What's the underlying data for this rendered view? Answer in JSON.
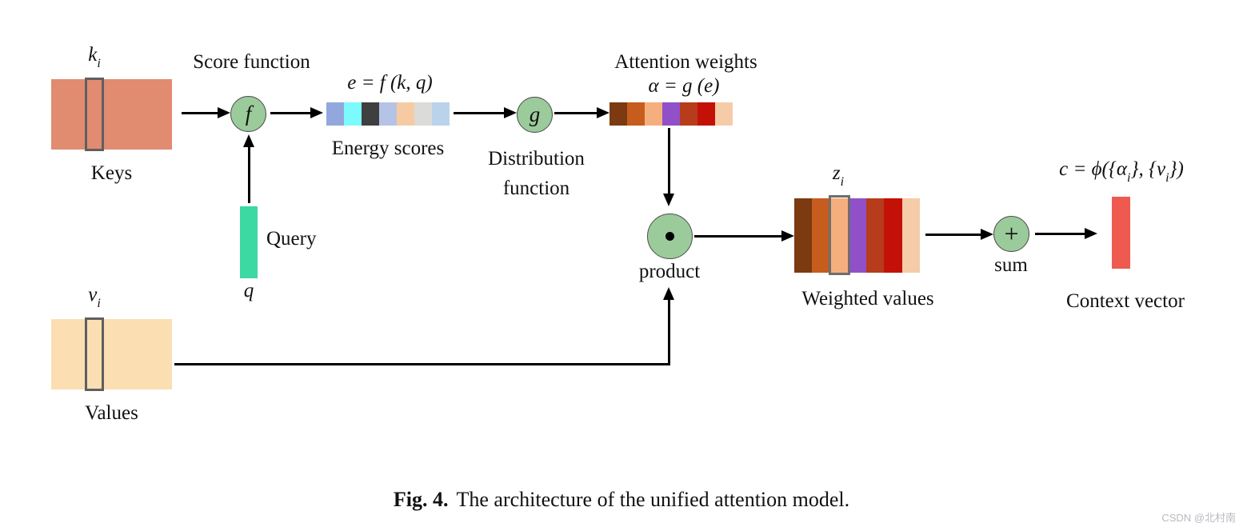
{
  "diagram": {
    "keys": {
      "block_label": "Keys",
      "var": "k",
      "sub": "i"
    },
    "values": {
      "block_label": "Values",
      "var": "v",
      "sub": "i"
    },
    "query": {
      "label": "Query",
      "var": "q"
    },
    "score": {
      "label": "Score function",
      "symbol": "f"
    },
    "energy": {
      "formula": "e = f (k, q)",
      "label": "Energy scores",
      "cells": [
        "#92A7DB",
        "#7BFBFD",
        "#3F3F3F",
        "#B4C3E6",
        "#F6CBA3",
        "#DBDBD9",
        "#BAD3EA"
      ]
    },
    "distribution": {
      "line1": "Distribution",
      "line2": "function",
      "symbol": "g"
    },
    "attention": {
      "title": "Attention weights",
      "formula": "α = g (e)",
      "cells": [
        "#7C3A10",
        "#C65C1D",
        "#F5AF7E",
        "#9051C8",
        "#B63C1B",
        "#C31108",
        "#F5CBA8"
      ]
    },
    "product": {
      "label": "product"
    },
    "weighted": {
      "label": "Weighted values",
      "var": "z",
      "sub": "i",
      "cells": [
        "#7C3A10",
        "#C65C1D",
        "#F5AF7E",
        "#9051C8",
        "#B63C1B",
        "#C31108",
        "#F5CBA8"
      ]
    },
    "sum": {
      "label": "sum",
      "symbol": "+"
    },
    "context": {
      "label": "Context vector",
      "formula": {
        "p1": "c = ϕ({α",
        "s1": "i",
        "p2": "}, {v",
        "s2": "i",
        "p3": "})"
      }
    }
  },
  "caption": {
    "fig_label": "Fig. 4.",
    "text": "The architecture of the unified attention model."
  },
  "watermark": "CSDN @北村南",
  "colors": {
    "keys_block": "#E18B70",
    "values_block": "#FBDFB2",
    "query_bar": "#3DD9A3",
    "context_bar": "#EE5A50",
    "circle_fill": "#9BCB9B"
  }
}
